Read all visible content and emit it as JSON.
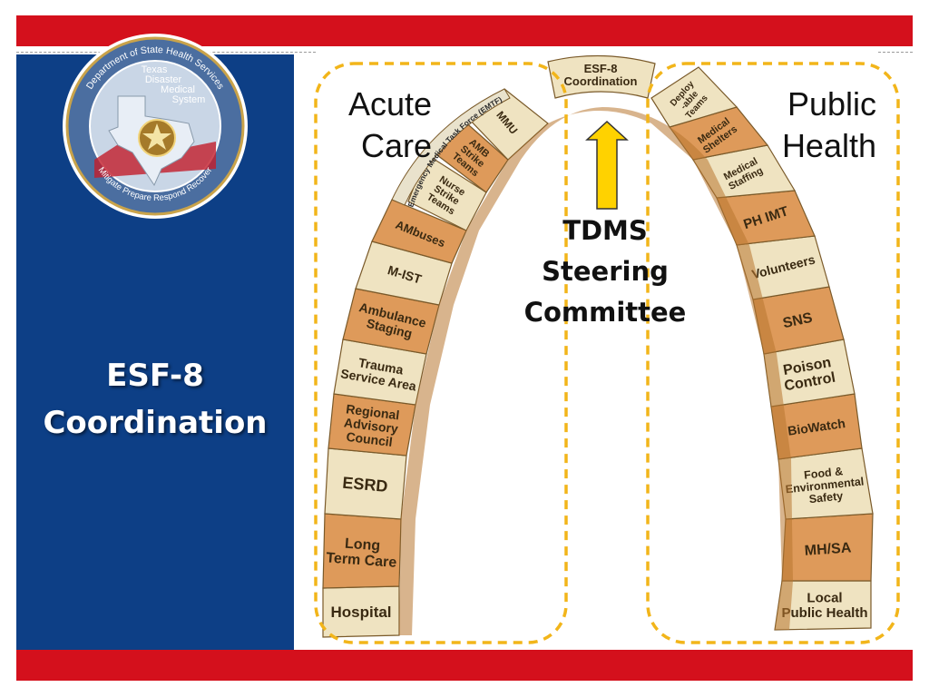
{
  "slide": {
    "title_line1": "ESF-8",
    "title_line2": "Coordination",
    "logo_text": {
      "ring": "Department of State Health Services",
      "ring_bottom": "Mitigate Prepare Respond Recover",
      "center": [
        "Texas",
        "Disaster",
        "Medical",
        "System"
      ]
    },
    "captions": {
      "acute_care": [
        "Acute",
        "Care"
      ],
      "public_health": [
        "Public",
        "Health"
      ],
      "tdms": [
        "TDMS",
        "Steering",
        "Committee"
      ]
    },
    "arch": {
      "keystone": [
        "ESF-8",
        "Coordination"
      ],
      "emtf_label": "Emergency Medical Task Force (EMTF)",
      "left": [
        [
          "Hospital"
        ],
        [
          "Long",
          "Term Care"
        ],
        [
          "ESRD"
        ],
        [
          "Regional",
          "Advisory",
          "Council"
        ],
        [
          "Trauma",
          "Service Area"
        ],
        [
          "Ambulance",
          "Staging"
        ],
        [
          "M-IST"
        ],
        [
          "AMbuses"
        ],
        [
          "Nurse",
          "Strike",
          "Teams"
        ],
        [
          "AMB",
          "Strike",
          "Teams"
        ],
        [
          "MMU"
        ]
      ],
      "right": [
        [
          "Local",
          "Public Health"
        ],
        [
          "MH/SA"
        ],
        [
          "Food &",
          "Environmental",
          "Safety"
        ],
        [
          "BioWatch"
        ],
        [
          "Poison",
          "Control"
        ],
        [
          "SNS"
        ],
        [
          "Volunteers"
        ],
        [
          "PH IMT"
        ],
        [
          "Medical",
          "Staffing"
        ],
        [
          "Medical",
          "Shelters"
        ],
        [
          "Deploy",
          "-able",
          "Teams"
        ]
      ]
    },
    "colors": {
      "red_bar": "#d4101c",
      "blue_panel": "#0d3f86",
      "dash_outline": "#f2b51a",
      "arrow_fill": "#ffd200",
      "block_light": "#efe3c1",
      "block_dark": "#de9a5a"
    }
  }
}
